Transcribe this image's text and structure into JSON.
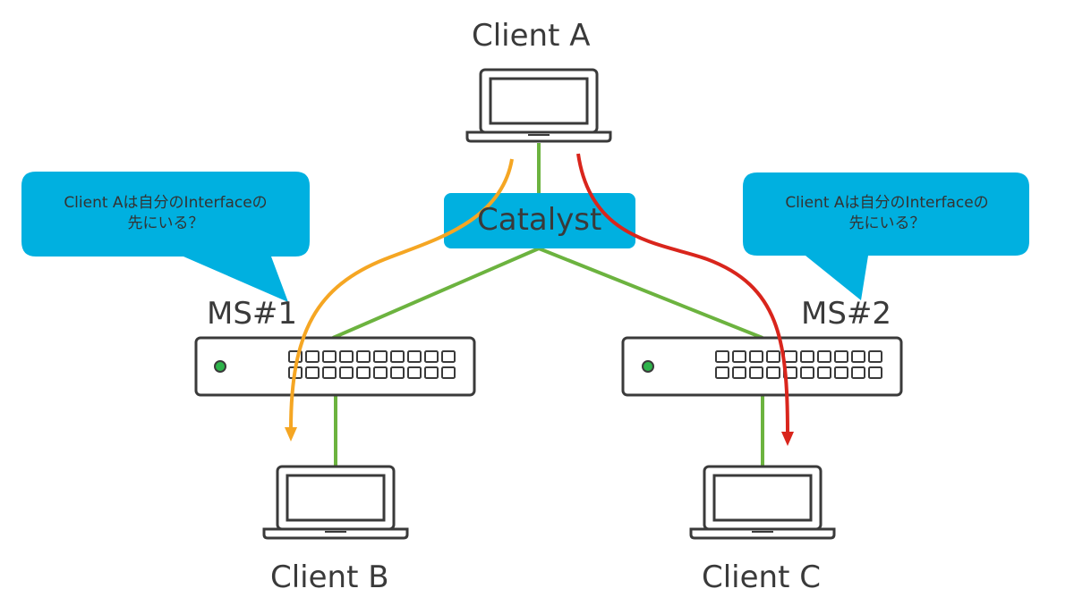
{
  "colors": {
    "link": "#6cb33f",
    "path_b": "#f5a623",
    "path_c": "#d9251c",
    "hub_fill": "#00b0e0",
    "bubble_fill": "#00b0e0",
    "device_stroke": "#3a3a3a",
    "status_led": "#2db34a"
  },
  "clients": {
    "a": {
      "label": "Client A",
      "icon": "laptop-icon"
    },
    "b": {
      "label": "Client B",
      "icon": "laptop-icon"
    },
    "c": {
      "label": "Client C",
      "icon": "laptop-icon"
    }
  },
  "switches": {
    "ms1": {
      "label": "MS#1",
      "icon": "switch-icon"
    },
    "ms2": {
      "label": "MS#2",
      "icon": "switch-icon"
    }
  },
  "hub": {
    "label": "Catalyst"
  },
  "bubbles": {
    "left": {
      "line1": "Client Aは自分のInterfaceの",
      "line2": "先にいる？"
    },
    "right": {
      "line1": "Client Aは自分のInterfaceの",
      "line2": "先にいる？"
    }
  }
}
